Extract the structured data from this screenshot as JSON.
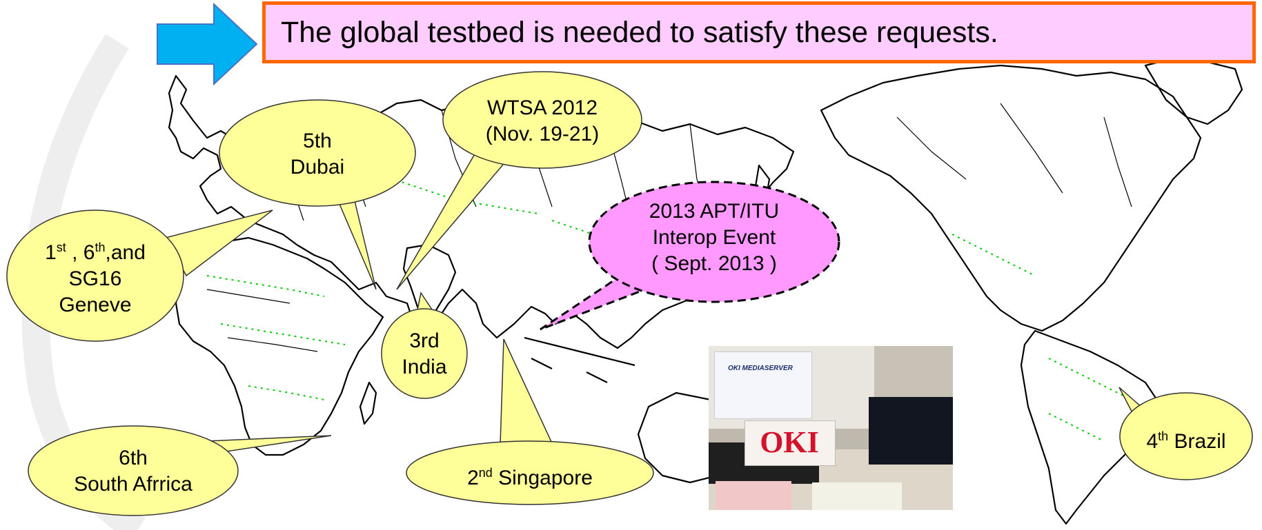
{
  "banner": {
    "text": "The global testbed is needed to satisfy these requests."
  },
  "colors": {
    "banner_fill": "#ffccff",
    "banner_border": "#ff6600",
    "arrow_fill": "#00b0f0",
    "callout_yellow": "#ffff99",
    "callout_pink": "#ff99ff",
    "map_border_dots": "#00cc00"
  },
  "callouts": {
    "geneve": {
      "line1_pre": "1",
      "line1_sup1": "st",
      "line1_mid": " , 6",
      "line1_sup2": "th",
      "line1_post": ",and",
      "line2": "SG16",
      "line3": "Geneve"
    },
    "dubai": {
      "line1": "5th",
      "line2": "Dubai"
    },
    "wtsa": {
      "line1": "WTSA 2012",
      "line2": "(Nov. 19-21)"
    },
    "apt": {
      "line1": "2013 APT/ITU",
      "line2": "Interop Event",
      "line3": "( Sept. 2013 )"
    },
    "india": {
      "line1": "3rd",
      "line2": "India"
    },
    "singapore": {
      "pre": "2",
      "sup": "nd",
      "post": " Singapore"
    },
    "south_africa": {
      "line1": "6th",
      "line2": "South Afrrica"
    },
    "brazil": {
      "pre": "4",
      "sup": "th",
      "post": " Brazil"
    }
  },
  "photo": {
    "logo": "OKI",
    "caption": "OKI MEDIASERVER"
  }
}
